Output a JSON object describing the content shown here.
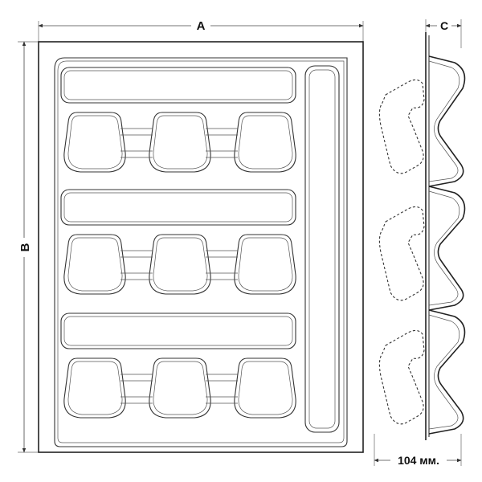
{
  "labels": {
    "width": "A",
    "height": "B",
    "depth": "C",
    "profile_height": "104 мм."
  },
  "colors": {
    "line": "#222222",
    "background": "#ffffff"
  }
}
